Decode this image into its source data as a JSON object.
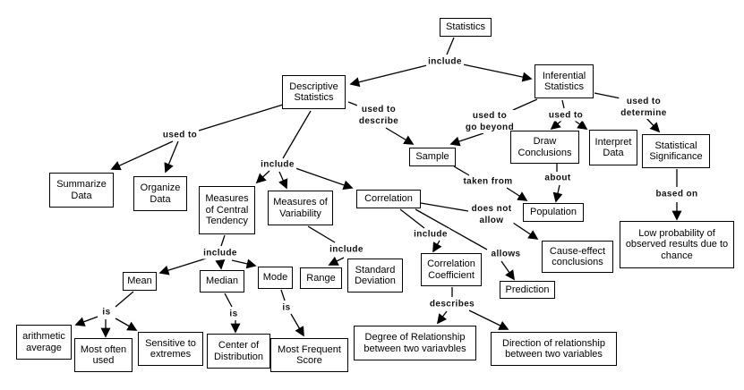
{
  "title": "Statistics concept map",
  "colors": {
    "line": "#000000",
    "box_border": "#000000",
    "background": "#ffffff",
    "text": "#000000"
  },
  "nodes": {
    "statistics": "Statistics",
    "descriptive_statistics": "Descriptive Statistics",
    "inferential_statistics": "Inferential Statistics",
    "summarize_data": "Summarize Data",
    "organize_data": "Organize Data",
    "measures_central_tendency": "Measures of Central Tendency",
    "measures_variability": "Measures of Variability",
    "correlation": "Correlation",
    "sample": "Sample",
    "draw_conclusions": "Draw Conclusions",
    "interpret_data": "Interpret Data",
    "statistical_significance": "Statistical Significance",
    "population": "Population",
    "cause_effect_conclusions": "Cause-effect conclusions",
    "prediction": "Prediction",
    "correlation_coefficient": "Correlation Coefficient",
    "low_probability": "Low probability of observed results due to chance",
    "mean": "Mean",
    "median": "Median",
    "mode": "Mode",
    "range": "Range",
    "standard_deviation": "Standard Deviation",
    "arithmetic_average": "arithmetic average",
    "most_often_used": "Most often used",
    "sensitive_to_extremes": "Sensitive to extremes",
    "center_of_distribution": "Center of Distribution",
    "most_frequent_score": "Most Frequent Score",
    "degree_of_relationship": "Degree of Relationship between two variavbles",
    "direction_of_relationship": "Direction of relationship between two variables"
  },
  "edge_labels": {
    "include_top": "include",
    "used_to_left": "used to",
    "used_to_describe": "used to\ndescribe",
    "include_descriptive": "include",
    "used_to_go_beyond": "used to\ngo beyond",
    "used_to_inferential": "used to",
    "used_to_determine": "used to\ndetermine",
    "taken_from": "taken from",
    "about": "about",
    "does_not_allow": "does not\nallow",
    "include_correlation": "include",
    "allows": "allows",
    "based_on": "based on",
    "include_mct": "include",
    "include_mov": "include",
    "is_mean": "is",
    "is_median": "is",
    "is_mode": "is",
    "describes": "describes"
  }
}
